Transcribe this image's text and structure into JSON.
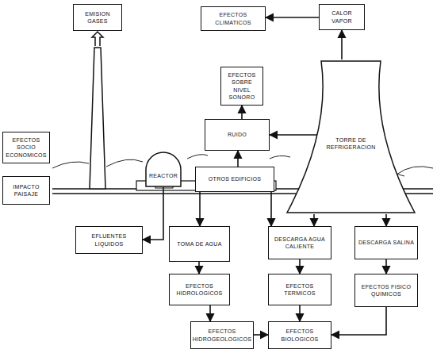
{
  "diagram": {
    "nodes": [
      {
        "text": [
          "EMISION GASES"
        ]
      },
      {
        "text": [
          "EFECTOS CLIMATICOS"
        ]
      },
      {
        "text": [
          "CALOR VAPOR"
        ]
      },
      {
        "text": [
          "EFECTOS SOBRE NIVEL SONORO"
        ]
      },
      {
        "text": [
          "RUIDO"
        ]
      },
      {
        "text": [
          "TORRE DE REFRIGERACION"
        ]
      },
      {
        "text": [
          "EFECTOS SOCIO ECONOMICOS"
        ]
      },
      {
        "text": [
          "IMPACTO PAISAJE"
        ]
      },
      {
        "text": [
          "REACTOR"
        ]
      },
      {
        "text": [
          "OTROS EDIFICIOS"
        ]
      },
      {
        "text": [
          "EFLUENTES LIQUIDOS"
        ]
      },
      {
        "text": [
          "TOMA DE AGUA"
        ]
      },
      {
        "text": [
          "DESCARGA AGUA CALIENTE"
        ]
      },
      {
        "text": [
          "DESCARGA SALINA"
        ]
      },
      {
        "text": [
          "EFECTOS HIDROLOGICOS"
        ]
      },
      {
        "text": [
          "EFECTOS TERMICOS"
        ]
      },
      {
        "text": [
          "EFECTOS FISICO QUIMICOS"
        ]
      },
      {
        "text": [
          "EFECTOS HIDROGEOLOGICOS"
        ]
      },
      {
        "text": [
          "EFECTOS BIOLOGICOS"
        ]
      }
    ],
    "edges": [
      {
        "from": 5,
        "to": 2,
        "arrow": "to"
      },
      {
        "from": 2,
        "to": 1,
        "arrow": "to"
      },
      {
        "from": 4,
        "to": 3,
        "arrow": "to"
      },
      {
        "from": 9,
        "to": 4,
        "arrow": "to"
      },
      {
        "from": 5,
        "to": 4,
        "arrow": "to"
      },
      {
        "from": 8,
        "to": 10,
        "arrow": "to"
      },
      {
        "from": 9,
        "to": 11,
        "arrow": "to"
      },
      {
        "from": 9,
        "to": 12,
        "arrow": "to"
      },
      {
        "from": 5,
        "to": 12,
        "arrow": "to"
      },
      {
        "from": 5,
        "to": 13,
        "arrow": "to"
      },
      {
        "from": 11,
        "to": 14,
        "arrow": "to"
      },
      {
        "from": 12,
        "to": 15,
        "arrow": "to"
      },
      {
        "from": 13,
        "to": 16,
        "arrow": "to"
      },
      {
        "from": 14,
        "to": 17,
        "arrow": "to"
      },
      {
        "from": 15,
        "to": 18,
        "arrow": "to"
      },
      {
        "from": 16,
        "to": 18,
        "arrow": "to"
      },
      {
        "from": 17,
        "to": 18,
        "arrow": "to"
      }
    ]
  }
}
